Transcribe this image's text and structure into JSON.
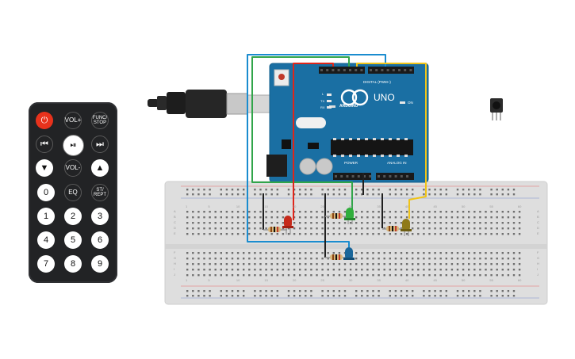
{
  "arduino": {
    "brand": "ARDUINO",
    "model": "UNO",
    "digital_header_label": "DIGITAL (PWM~)",
    "power_label": "POWER",
    "analog_label": "ANALOG IN",
    "on_label": "ON",
    "tx_label": "TX",
    "rx_label": "RX",
    "l_label": "L"
  },
  "remote": {
    "buttons": {
      "vol_up": "VOL+",
      "func_stop_line1": "FUNC/",
      "func_stop_line2": "STOP",
      "vol_down": "VOL-",
      "eq": "EQ",
      "st_rept_line1": "ST/",
      "st_rept_line2": "REPT",
      "d0": "0",
      "d1": "1",
      "d2": "2",
      "d3": "3",
      "d4": "4",
      "d5": "5",
      "d6": "6",
      "d7": "7",
      "d8": "8",
      "d9": "9"
    },
    "icons": [
      "power-icon",
      "rewind-icon",
      "play-pause-icon",
      "fast-forward-icon",
      "down-arrow-icon",
      "up-arrow-icon"
    ]
  },
  "breadboard": {
    "column_numbers": [
      "1",
      "5",
      "10",
      "15",
      "20",
      "25",
      "30",
      "35",
      "40",
      "45",
      "50",
      "55",
      "60"
    ],
    "row_letters_top": [
      "A",
      "B",
      "C",
      "D",
      "E"
    ],
    "row_letters_bottom": [
      "F",
      "G",
      "H",
      "I",
      "J"
    ]
  },
  "wire_colors": {
    "red": "#e0261a",
    "green": "#31a54a",
    "blue": "#1a8ccf",
    "yellow": "#f0c419",
    "black": "#202020"
  },
  "leds": [
    {
      "color": "red",
      "hex": "#c62a1b"
    },
    {
      "color": "green",
      "hex": "#2fae3b"
    },
    {
      "color": "yellow",
      "hex": "#8f7a1a"
    },
    {
      "color": "blue",
      "hex": "#19669a"
    }
  ],
  "components": [
    "ir-receiver",
    "usb-cable",
    "arduino-uno",
    "breadboard",
    "ir-remote"
  ]
}
